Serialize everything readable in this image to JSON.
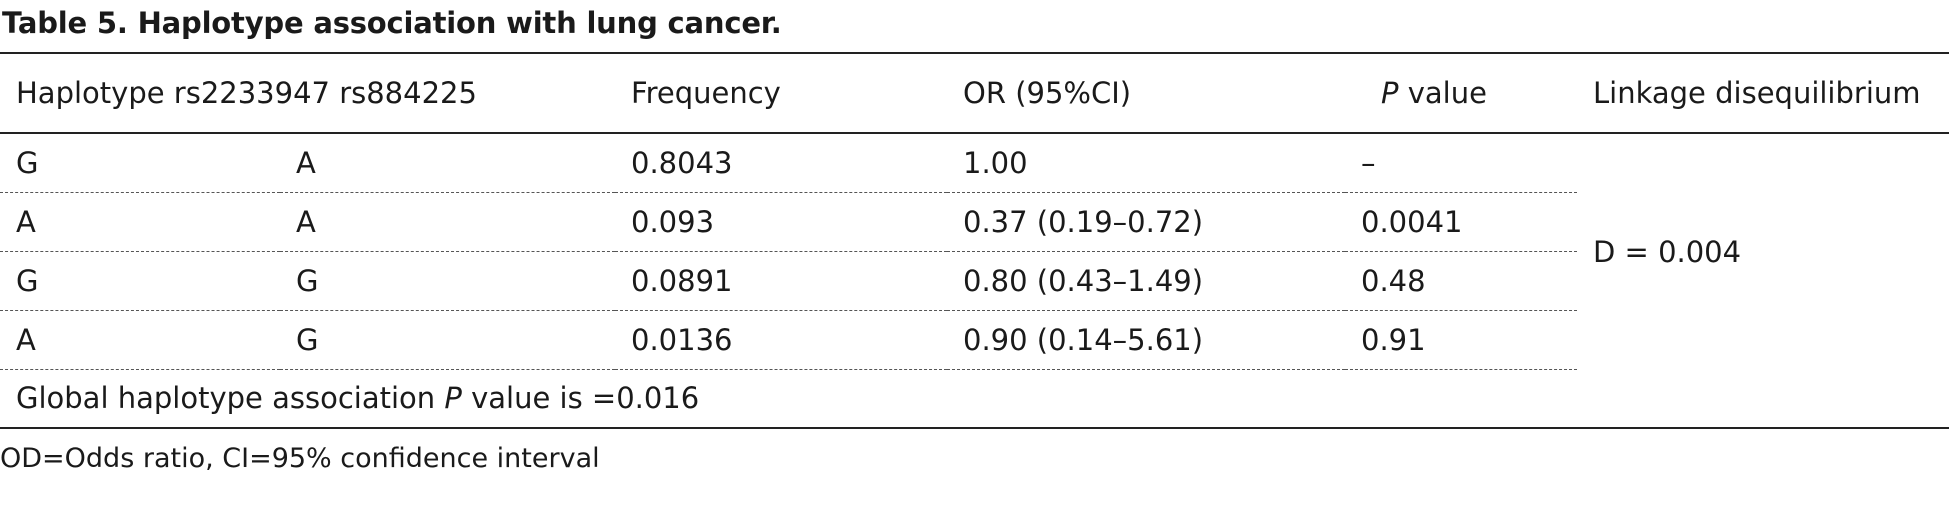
{
  "caption": "Table 5. Haplotype association with lung cancer.",
  "table": {
    "headers": {
      "haplotype": "Haplotype rs2233947 rs884225",
      "frequency": "Frequency",
      "or": "OR (95%CI)",
      "p_italic": "P",
      "p_rest": " value",
      "ld": "Linkage disequilibrium"
    },
    "rows": [
      {
        "rs2233947": "G",
        "rs884225": "A",
        "frequency": "0.8043",
        "or": "1.00",
        "p": "–"
      },
      {
        "rs2233947": "A",
        "rs884225": "A",
        "frequency": "0.093",
        "or": "0.37 (0.19–0.72)",
        "p": "0.0041"
      },
      {
        "rs2233947": "G",
        "rs884225": "G",
        "frequency": "0.0891",
        "or": "0.80 (0.43–1.49)",
        "p": "0.48"
      },
      {
        "rs2233947": "A",
        "rs884225": "G",
        "frequency": "0.0136",
        "or": "0.90 (0.14–5.61)",
        "p": "0.91"
      }
    ],
    "ld_value": "D = 0.004",
    "global": {
      "prefix": "Global haplotype association ",
      "italic": "P",
      "suffix": " value is =0.016"
    }
  },
  "footnote": "OD=Odds ratio, CI=95% confidence interval"
}
